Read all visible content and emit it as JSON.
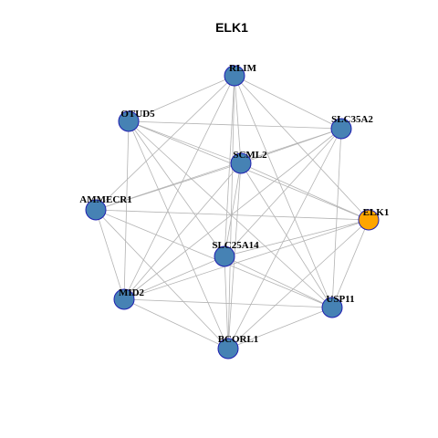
{
  "title": "ELK1",
  "colors": {
    "default_node": "#4682b4",
    "highlight_node": "#ffa500",
    "node_border": "#1f1fb0",
    "edge": "#b3b3b3"
  },
  "nodes": [
    {
      "id": "RLIM",
      "label": "RLIM",
      "highlight": false
    },
    {
      "id": "OTUD5",
      "label": "OTUD5",
      "highlight": false
    },
    {
      "id": "SLC35A2",
      "label": "SLC35A2",
      "highlight": false
    },
    {
      "id": "SCML2",
      "label": "SCML2",
      "highlight": false
    },
    {
      "id": "AMMECR1",
      "label": "AMMECR1",
      "highlight": false
    },
    {
      "id": "ELK1",
      "label": "ELK1",
      "highlight": true
    },
    {
      "id": "SLC25A14",
      "label": "SLC25A14",
      "highlight": false
    },
    {
      "id": "MID2",
      "label": "MID2",
      "highlight": false
    },
    {
      "id": "USP11",
      "label": "USP11",
      "highlight": false
    },
    {
      "id": "BCORL1",
      "label": "BCORL1",
      "highlight": false
    }
  ],
  "edges": [
    [
      "RLIM",
      "OTUD5"
    ],
    [
      "RLIM",
      "SLC35A2"
    ],
    [
      "RLIM",
      "SCML2"
    ],
    [
      "RLIM",
      "AMMECR1"
    ],
    [
      "RLIM",
      "ELK1"
    ],
    [
      "RLIM",
      "SLC25A14"
    ],
    [
      "RLIM",
      "MID2"
    ],
    [
      "RLIM",
      "USP11"
    ],
    [
      "RLIM",
      "BCORL1"
    ],
    [
      "OTUD5",
      "SLC35A2"
    ],
    [
      "OTUD5",
      "SCML2"
    ],
    [
      "OTUD5",
      "ELK1"
    ],
    [
      "OTUD5",
      "SLC25A14"
    ],
    [
      "OTUD5",
      "MID2"
    ],
    [
      "OTUD5",
      "USP11"
    ],
    [
      "OTUD5",
      "BCORL1"
    ],
    [
      "SLC35A2",
      "SCML2"
    ],
    [
      "SLC35A2",
      "AMMECR1"
    ],
    [
      "SLC35A2",
      "SLC25A14"
    ],
    [
      "SLC35A2",
      "MID2"
    ],
    [
      "SLC35A2",
      "USP11"
    ],
    [
      "SLC35A2",
      "BCORL1"
    ],
    [
      "SCML2",
      "AMMECR1"
    ],
    [
      "SCML2",
      "ELK1"
    ],
    [
      "SCML2",
      "SLC25A14"
    ],
    [
      "SCML2",
      "MID2"
    ],
    [
      "SCML2",
      "USP11"
    ],
    [
      "SCML2",
      "BCORL1"
    ],
    [
      "AMMECR1",
      "ELK1"
    ],
    [
      "AMMECR1",
      "MID2"
    ],
    [
      "AMMECR1",
      "USP11"
    ],
    [
      "AMMECR1",
      "BCORL1"
    ],
    [
      "ELK1",
      "SLC25A14"
    ],
    [
      "ELK1",
      "MID2"
    ],
    [
      "ELK1",
      "USP11"
    ],
    [
      "ELK1",
      "BCORL1"
    ],
    [
      "SLC25A14",
      "MID2"
    ],
    [
      "SLC25A14",
      "USP11"
    ],
    [
      "SLC25A14",
      "BCORL1"
    ],
    [
      "MID2",
      "USP11"
    ],
    [
      "MID2",
      "BCORL1"
    ],
    [
      "USP11",
      "BCORL1"
    ]
  ]
}
